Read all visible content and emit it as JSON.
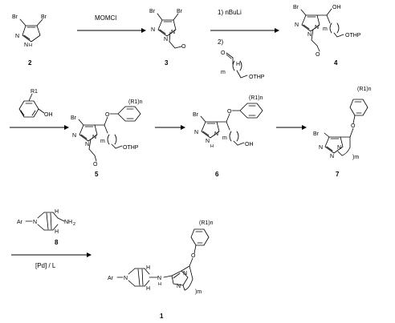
{
  "compounds": {
    "c2": "2",
    "c3": "3",
    "c4": "4",
    "c5": "5",
    "c6": "6",
    "c7": "7",
    "c8": "8",
    "c1": "1"
  },
  "reagents": {
    "step1": "MOMCl",
    "step2a": "1) nBuLi",
    "step2b": "2)",
    "step6": "[Pd] / L"
  },
  "atoms": {
    "Br": "Br",
    "N": "N",
    "NH": "N",
    "H": "H",
    "OH": "OH",
    "O": "O",
    "OTHP": "OTHP",
    "m": "m",
    "R1": "R1",
    "R1n": "(R1)n",
    "Ar": "Ar",
    "NH2": "NH",
    "two": "2",
    "m_paren": ")m"
  }
}
